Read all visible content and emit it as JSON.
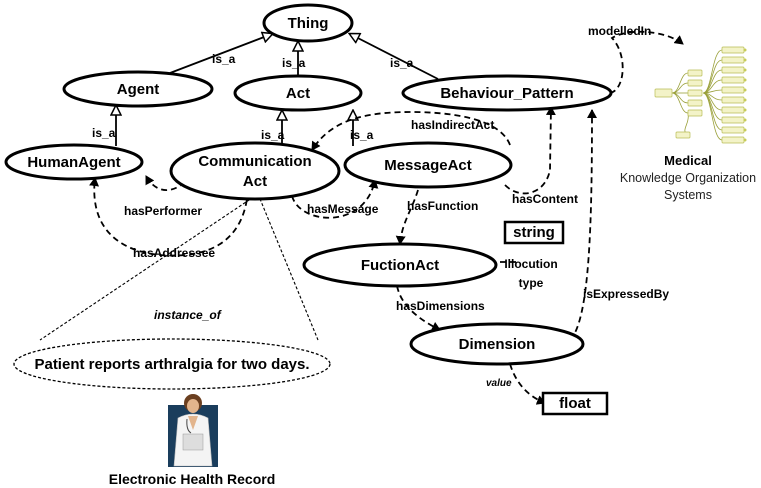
{
  "nodes": {
    "thing": "Thing",
    "agent": "Agent",
    "act": "Act",
    "behaviour_pattern": "Behaviour_Pattern",
    "human_agent": "HumanAgent",
    "communication_act_line1": "Communication",
    "communication_act_line2": "Act",
    "message_act": "MessageAct",
    "fuction_act": "FuctionAct",
    "dimension": "Dimension",
    "instance": "Patient reports arthralgia for two days.",
    "string_type": "string",
    "float_type": "float"
  },
  "edges": {
    "is_a": "is_a",
    "modelled_in": "modelledIn",
    "has_indirect_act": "hasIndirectAct",
    "has_performer": "hasPerformer",
    "has_message": "hasMessage",
    "has_function": "hasFunction",
    "has_content": "hasContent",
    "has_addressee": "hasAddressee",
    "illocution_line1": "Illocution",
    "illocution_line2": "type",
    "has_dimensions": "hasDimensions",
    "is_expressed_by": "isExpressedBy",
    "instance_of": "instance_of",
    "value": "value"
  },
  "kos": {
    "title": "Medical",
    "line1": "Knowledge Organization",
    "line2": "Systems"
  },
  "ehr": {
    "label": "Electronic Health Record"
  }
}
